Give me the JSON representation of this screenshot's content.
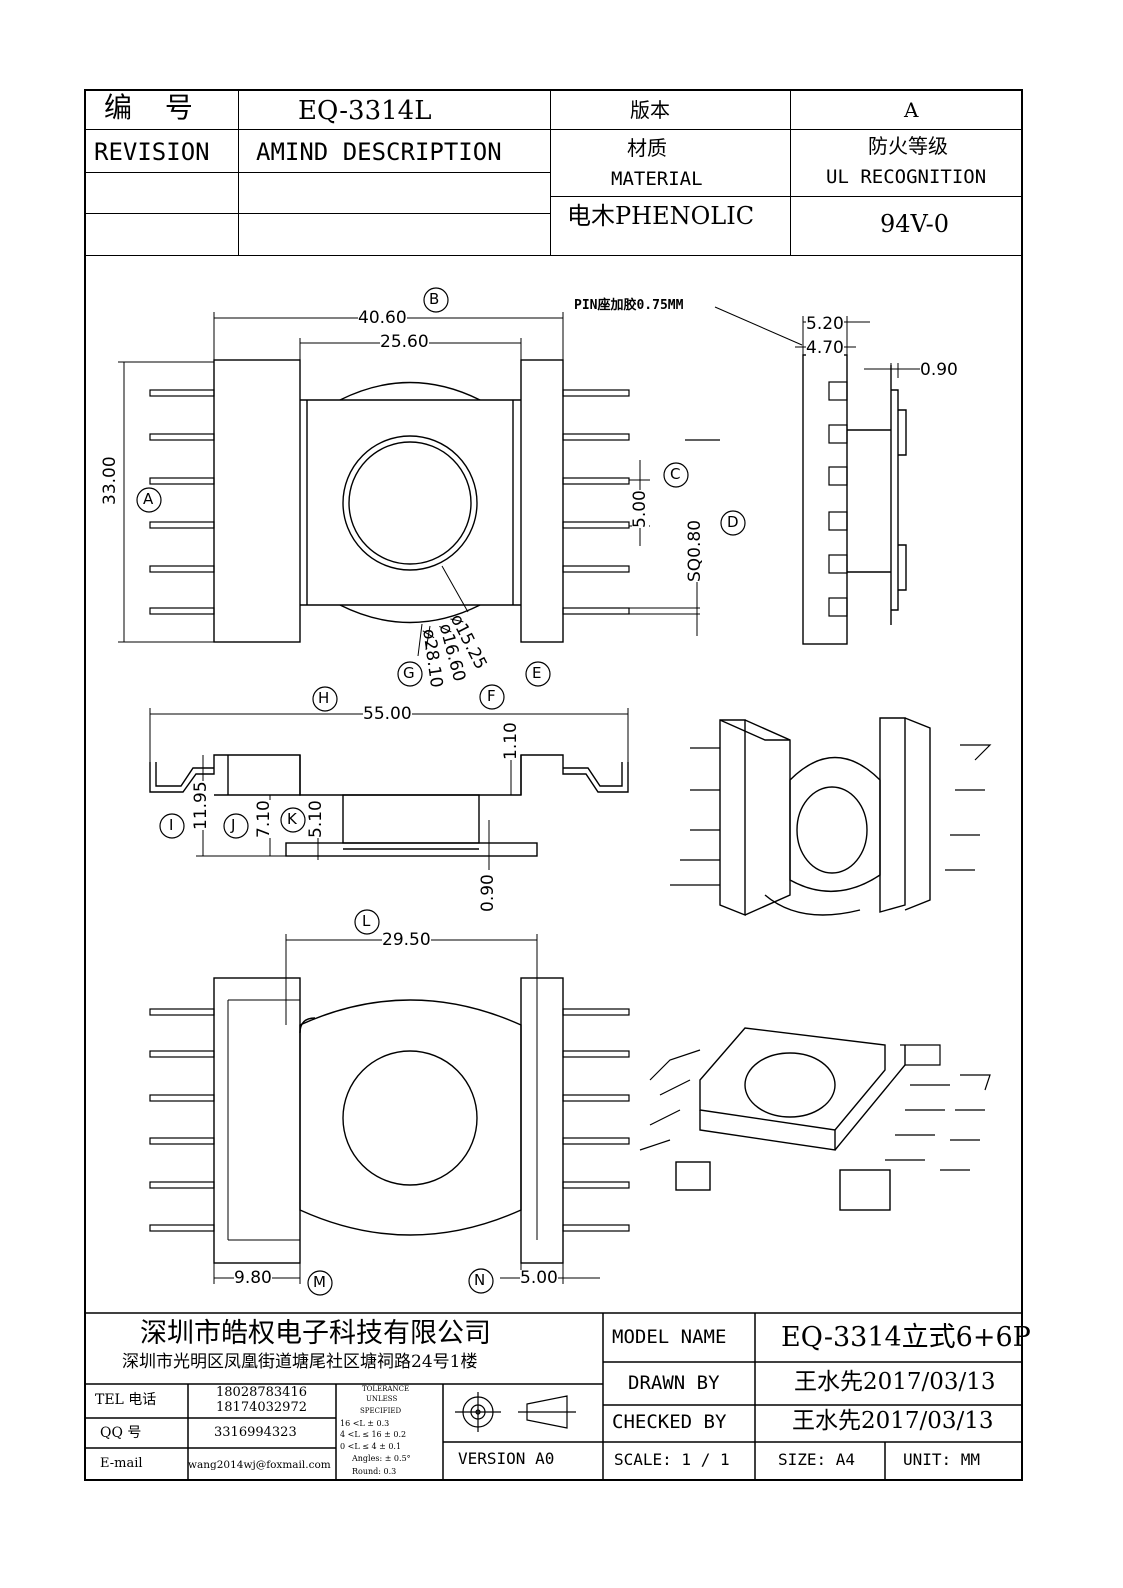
{
  "header": {
    "number_label": "编  号",
    "part_number": "EQ-3314L",
    "version_label": "版本",
    "version_value": "A",
    "revision_label": "REVISION",
    "amind_label": "AMIND DESCRIPTION",
    "material_label_cn": "材质",
    "material_label_en": "MATERIAL",
    "ul_label_cn": "防火等级",
    "ul_label_en": "UL RECOGNITION",
    "material_value": "电木PHENOLIC",
    "ul_value": "94V-0"
  },
  "drawing": {
    "pin_note": "PIN座加胶0.75MM",
    "dims": {
      "B": "40.60",
      "B2": "25.60",
      "A": "33.00",
      "C": "5.00",
      "D": "SQ0.80",
      "F": "ø15.25",
      "G1": "ø16.60",
      "G2": "ø28.10",
      "side1": "5.20",
      "side2": "4.70",
      "side3": "0.90",
      "H": "55.00",
      "H2": "1.10",
      "I": "11.95",
      "J": "7.10",
      "K": "5.10",
      "K2": "0.90",
      "L": "29.50",
      "M": "9.80",
      "N": "5.00"
    },
    "callouts": [
      "A",
      "B",
      "C",
      "D",
      "E",
      "F",
      "G",
      "H",
      "I",
      "J",
      "K",
      "L",
      "M",
      "N"
    ]
  },
  "footer": {
    "company": "深圳市皓权电子科技有限公司",
    "address": "深圳市光明区凤凰街道塘尾社区塘祠路24号1楼",
    "tel_label": "TEL 电话",
    "tel1": "18028783416",
    "tel2": "18174032972",
    "qq_label": "QQ  号",
    "qq": "3316994323",
    "email_label": "E-mail",
    "email": "wang2014wj@foxmail.com",
    "tolerance": [
      "TOLERANCE",
      "UNLESS",
      "SPECIFIED",
      "16 <L        ± 0.3",
      "4 <L ≤ 16     ± 0.2",
      "0 <L ≤ 4      ± 0.1",
      "Angles: ± 0.5°",
      "Round: 0.3"
    ],
    "version": "VERSION A0",
    "model_label": "MODEL NAME",
    "model_value": "EQ-3314立式6+6P",
    "drawn_label": "DRAWN BY",
    "drawn_value": "王水先2017/03/13",
    "checked_label": "CHECKED BY",
    "checked_value": "王水先2017/03/13",
    "scale": "SCALE:  1 / 1",
    "size": "SIZE:  A4",
    "unit": "UNIT:  MM"
  }
}
